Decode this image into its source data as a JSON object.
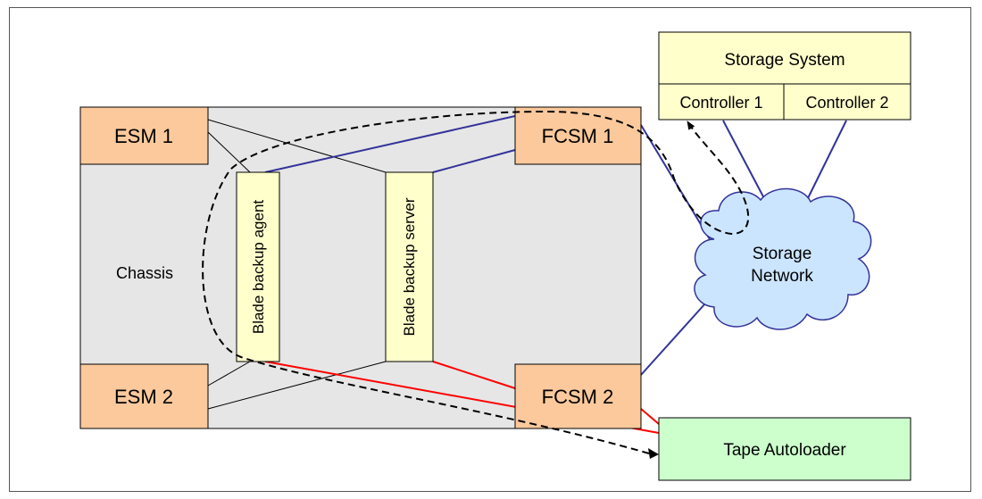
{
  "diagram": {
    "chassis_label": "Chassis",
    "esm1": "ESM 1",
    "esm2": "ESM 2",
    "fcsm1": "FCSM 1",
    "fcsm2": "FCSM 2",
    "blade_agent": "Blade backup agent",
    "blade_server": "Blade backup server",
    "storage_system": "Storage System",
    "controller1": "Controller 1",
    "controller2": "Controller 2",
    "storage_network_line1": "Storage",
    "storage_network_line2": "Network",
    "tape_autoloader": "Tape Autoloader"
  },
  "colors": {
    "chassis_fill": "#e6e6e6",
    "switch_fill": "#fcc99c",
    "blade_fill": "#ffffcc",
    "storage_fill": "#ffffcc",
    "cloud_fill": "#cce5ff",
    "tape_fill": "#ccffcc",
    "lan_line": "#000000",
    "san_line": "#33339a",
    "backup_line": "#ff0000"
  }
}
